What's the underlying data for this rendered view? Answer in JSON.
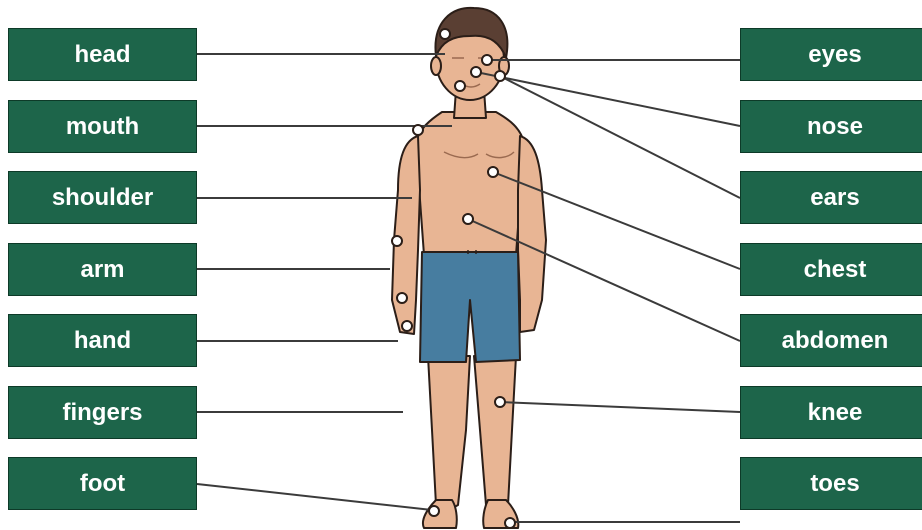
{
  "left_labels": [
    "head",
    "mouth",
    "shoulder",
    "arm",
    "hand",
    "fingers",
    "foot"
  ],
  "right_labels": [
    "eyes",
    "nose",
    "ears",
    "chest",
    "abdomen",
    "knee",
    "toes"
  ],
  "colors": {
    "label_bg": "#1d654a",
    "label_text": "#ffffff",
    "skin": "#e8b594",
    "skin_shadow": "#c98d6c",
    "hair": "#5a3f33",
    "shorts": "#477da0",
    "outline": "#2b1e18",
    "leader_line": "#3b3b3b"
  }
}
